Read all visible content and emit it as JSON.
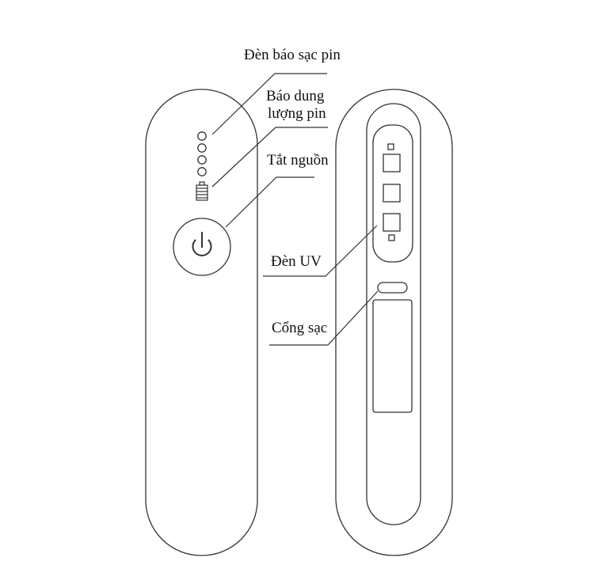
{
  "labels": {
    "charge_indicator": "Đèn báo sạc pin",
    "battery_capacity_line1": "Báo dung",
    "battery_capacity_line2": "lượng pin",
    "power_off": "Tắt nguồn",
    "uv_lamp": "Đèn UV",
    "charging_port": "Cổng sạc"
  },
  "colors": {
    "line": "#333333",
    "background": "#ffffff"
  },
  "icons": {
    "power": "power-icon",
    "battery": "battery-icon",
    "indicator_dots": "led-dot-icon"
  }
}
